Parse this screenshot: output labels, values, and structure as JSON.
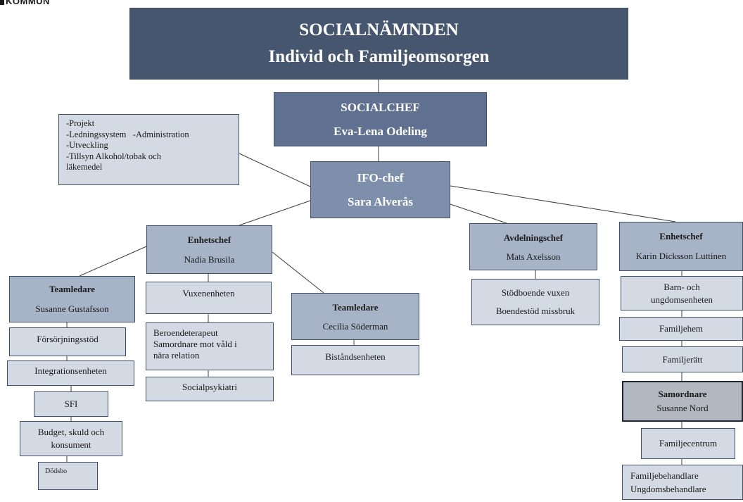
{
  "logo_text": "KOMMUN",
  "top": {
    "line1": "SOCIALNÄMNDEN",
    "line2": "Individ och Familjeomsorgen"
  },
  "socialchef": {
    "title": "SOCIALCHEF",
    "name": "Eva-Lena Odeling"
  },
  "staff_list": [
    "-Projekt",
    "-Ledningssystem   -Administration",
    "-Utveckling",
    "-Tillsyn Alkohol/tobak och",
    "läkemedel"
  ],
  "ifo": {
    "title": "IFO-chef",
    "name": "Sara Alverås"
  },
  "enhetschef_nadia": {
    "title": "Enhetschef",
    "name": "Nadia Brusila"
  },
  "teamledare_susanne": {
    "title": "Teamledare",
    "name": "Susanne Gustafsson"
  },
  "vuxenenheten": "Vuxenenheten",
  "beroende": [
    "Beroendeterapeut",
    "Samordnare mot våld i",
    "nära relation"
  ],
  "socialpsykiatri": "Socialpsykiatri",
  "teamledare_cecilia": {
    "title": "Teamledare",
    "name": "Cecilia Söderman"
  },
  "bistand": "Biståndsenheten",
  "forsorjning": "Försörjningsstöd",
  "integration": "Integrationsenheten",
  "sfi": "SFI",
  "budget": [
    "Budget, skuld och",
    "konsument"
  ],
  "dodsbo": "Dödsbo",
  "avdelningschef": {
    "title": "Avdelningschef",
    "name": "Mats Axelsson"
  },
  "stod": [
    "Stödboende vuxen",
    "Boendestöd missbruk"
  ],
  "enhetschef_karin": {
    "title": "Enhetschef",
    "name": "Karin Dicksson Luttinen"
  },
  "barn": [
    "Barn- och",
    "ungdomsenheten"
  ],
  "familjehem": "Familjehem",
  "familjeratt": "Familjerätt",
  "samordnare": {
    "title": "Samordnare",
    "name": "Susanne Nord"
  },
  "familjecentrum": "Familjecentrum",
  "familjebehandlare": [
    "Familjebehandlare",
    "Ungdomsbehandlare"
  ]
}
